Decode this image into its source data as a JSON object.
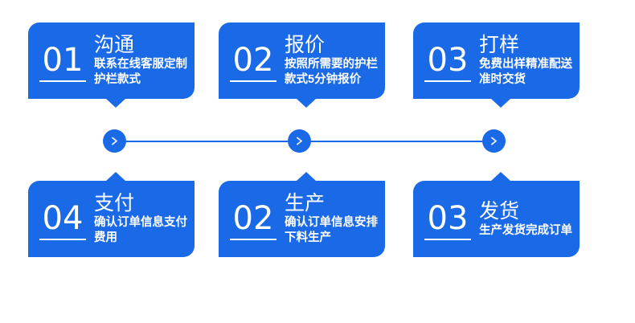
{
  "theme": {
    "brand_blue": "#1a6ae8",
    "card_text": "#ffffff",
    "page_background": "#ffffff"
  },
  "flow": {
    "top_row": [
      {
        "number": "01",
        "title": "沟通",
        "description": "联系在线客服定制护栏款式"
      },
      {
        "number": "02",
        "title": "报价",
        "description": "按照所需要的护栏款式5分钟报价"
      },
      {
        "number": "03",
        "title": "打样",
        "description": "免费出样精准配送准时交货"
      }
    ],
    "bottom_row": [
      {
        "number": "04",
        "title": "支付",
        "description": "确认订单信息支付费用"
      },
      {
        "number": "02",
        "title": "生产",
        "description": "确认订单信息安排下料生产"
      },
      {
        "number": "03",
        "title": "发货",
        "description": "生产发货完成订单"
      }
    ],
    "connector": {
      "steps": [
        {
          "icon": "chevron-right-icon"
        },
        {
          "icon": "chevron-right-icon"
        },
        {
          "icon": "chevron-right-icon"
        }
      ]
    }
  }
}
